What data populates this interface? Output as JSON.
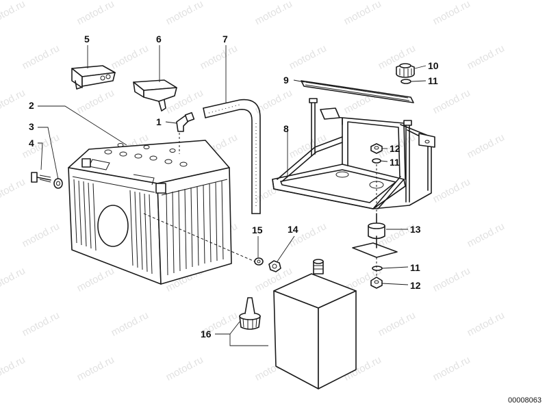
{
  "callouts": [
    {
      "id": "1",
      "label": "1"
    },
    {
      "id": "2",
      "label": "2"
    },
    {
      "id": "3",
      "label": "3"
    },
    {
      "id": "4",
      "label": "4"
    },
    {
      "id": "5",
      "label": "5"
    },
    {
      "id": "6",
      "label": "6"
    },
    {
      "id": "7",
      "label": "7"
    },
    {
      "id": "8",
      "label": "8"
    },
    {
      "id": "9",
      "label": "9"
    },
    {
      "id": "10",
      "label": "10"
    },
    {
      "id": "11a",
      "label": "11"
    },
    {
      "id": "12a",
      "label": "12"
    },
    {
      "id": "11b",
      "label": "11"
    },
    {
      "id": "13",
      "label": "13"
    },
    {
      "id": "11c",
      "label": "11"
    },
    {
      "id": "12b",
      "label": "12"
    },
    {
      "id": "14",
      "label": "14"
    },
    {
      "id": "15",
      "label": "15"
    },
    {
      "id": "16",
      "label": "16"
    }
  ],
  "reference_number": "00008063",
  "watermark": "motod.ru"
}
